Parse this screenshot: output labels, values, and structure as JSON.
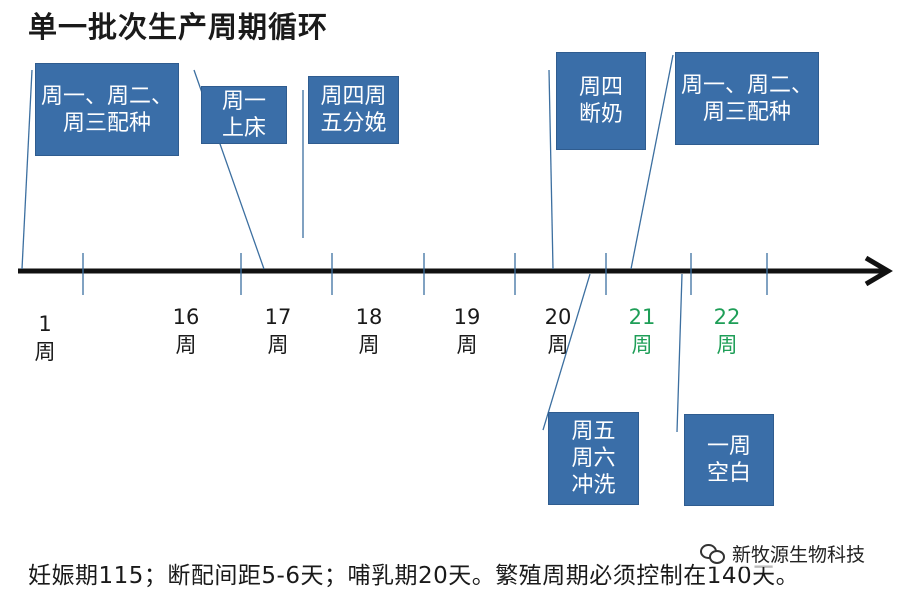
{
  "title": "单一批次生产周期循环",
  "boxes": [
    {
      "id": "box-breed-1",
      "text": "周一、周二、\n周三配种"
    },
    {
      "id": "box-to-bed",
      "text": "周一\n上床"
    },
    {
      "id": "box-farrow",
      "text": "周四周\n五分娩"
    },
    {
      "id": "box-wean",
      "text": "周四\n断奶"
    },
    {
      "id": "box-breed-2",
      "text": "周一、周二、\n周三配种"
    },
    {
      "id": "box-wash",
      "text": "周五\n周六\n冲洗"
    },
    {
      "id": "box-blank",
      "text": "一周\n空白"
    }
  ],
  "weeks": [
    {
      "text": "1\n周",
      "color": "#1a1a1a"
    },
    {
      "text": "16\n周",
      "color": "#1a1a1a"
    },
    {
      "text": "17\n周",
      "color": "#1a1a1a"
    },
    {
      "text": "18\n周",
      "color": "#1a1a1a"
    },
    {
      "text": "19\n周",
      "color": "#1a1a1a"
    },
    {
      "text": "20\n周",
      "color": "#1a1a1a"
    },
    {
      "text": "21\n周",
      "color": "#1e9e57"
    },
    {
      "text": "22\n周",
      "color": "#1e9e57"
    }
  ],
  "footer": "妊娠期115；断配间距5-6天；哺乳期20天。繁殖周期必须控制在140天。",
  "watermark": "新牧源生物科技",
  "colors": {
    "box_fill": "#3a6ea8",
    "green": "#1e9e57",
    "line": "#3c6fa0"
  }
}
